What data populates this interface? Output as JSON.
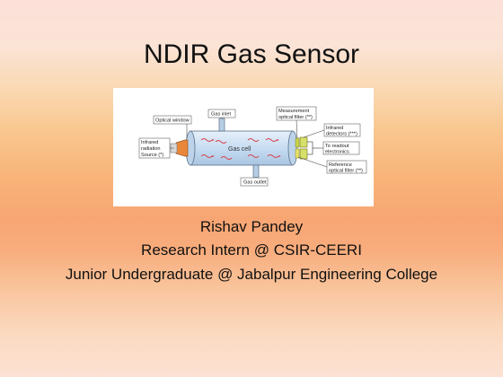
{
  "slide": {
    "title": "NDIR Gas Sensor",
    "credits": {
      "name": "Rishav Pandey",
      "role": "Research Intern @ CSIR-CEERI",
      "affiliation": "Junior Undergraduate @ Jabalpur Engineering College"
    }
  },
  "diagram": {
    "labels": {
      "optical_window": "Optical window",
      "gas_inlet": "Gas inlet",
      "measurement_filter_1": "Measurement",
      "measurement_filter_2": "optical filter (**)",
      "infrared_source_1": "Infrared",
      "infrared_source_2": "radiation",
      "infrared_source_3": "Source (*)",
      "gas_cell": "Gas cell",
      "infrared_detectors_1": "Infrared",
      "infrared_detectors_2": "detectors (***)",
      "readout_1": "To readout",
      "readout_2": "electronics",
      "reference_filter_1": "Reference",
      "reference_filter_2": "optical filter (**)",
      "gas_outlet": "Gas outlet"
    },
    "colors": {
      "tube": "#c7ddf2",
      "source": "#e8873a",
      "filter_measurement": "#c9d44a",
      "filter_reference": "#e9e36a",
      "wave": "#d8404a",
      "leader": "#333333"
    }
  }
}
